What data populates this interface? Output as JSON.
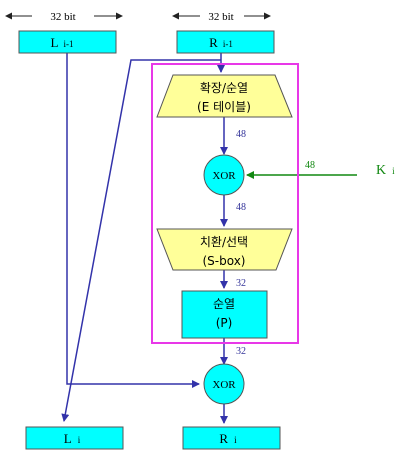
{
  "diagram": {
    "width_labels": {
      "left": "32 bit",
      "right": "32 bit"
    },
    "inputs": {
      "left": {
        "main": "L",
        "sub": "i-1"
      },
      "right": {
        "main": "R",
        "sub": "i-1"
      }
    },
    "f_function": {
      "expansion": {
        "line1": "확장/순열",
        "line2": "(E 테이블)"
      },
      "xor": "XOR",
      "substitution": {
        "line1": "치환/선택",
        "line2": "(S-box)"
      },
      "permutation": {
        "line1": "순열",
        "line2": "(P)"
      }
    },
    "key": {
      "main": "K",
      "sub": "i"
    },
    "bit_labels": {
      "e_to_xor": "48",
      "key_to_xor": "48",
      "xor_to_s": "48",
      "s_to_p": "32",
      "p_to_xor": "32"
    },
    "final_xor": "XOR",
    "outputs": {
      "left": {
        "main": "L",
        "sub": "i"
      },
      "right": {
        "main": "R",
        "sub": "i"
      }
    },
    "colors": {
      "box_fill": "#00ffff",
      "trapezoid_fill": "#ffff99",
      "frame": "#e838e8",
      "flow_line": "#3333aa",
      "key_line": "#118811",
      "key_text": "#118811",
      "bit_text": "#333399"
    }
  }
}
